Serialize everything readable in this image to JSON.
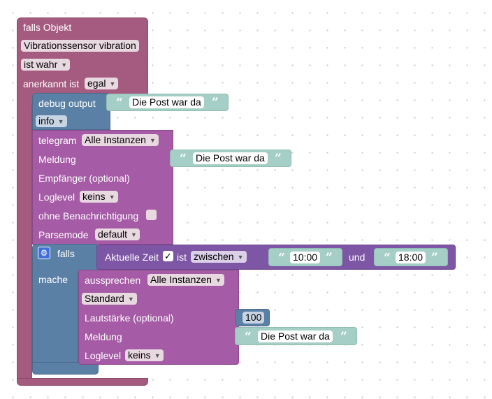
{
  "trigger": {
    "title": "falls Objekt",
    "object": "Vibrationssensor vibration",
    "condition": "ist wahr",
    "ack_label": "anerkannt ist",
    "ack_value": "egal"
  },
  "debug": {
    "label": "debug output",
    "text": "Die Post war da",
    "level": "info"
  },
  "telegram": {
    "label": "telegram",
    "instances": "Alle Instanzen",
    "message_label": "Meldung",
    "message_text": "Die Post war da",
    "recipient_label": "Empfänger (optional)",
    "loglevel_label": "Loglevel",
    "loglevel_value": "keins",
    "silent_label": "ohne Benachrichtigung",
    "parsemode_label": "Parsemode",
    "parsemode_value": "default"
  },
  "if_block": {
    "if_label": "falls",
    "do_label": "mache",
    "time_label": "Aktuelle Zeit",
    "time_checked_glyph": "✓",
    "is_label": "ist",
    "operator": "zwischen",
    "start": "10:00",
    "and_label": "und",
    "end": "18:00"
  },
  "speak": {
    "label": "aussprechen",
    "instances": "Alle Instanzen",
    "type": "Standard",
    "volume_label": "Lautstärke (optional)",
    "volume_value": "100",
    "message_label": "Meldung",
    "message_text": "Die Post war da",
    "loglevel_label": "Loglevel",
    "loglevel_value": "keins"
  },
  "icons": {
    "quote_open": "“",
    "quote_close": "”",
    "dropdown_arrow": "▼",
    "gear": "⚙"
  },
  "colors": {
    "trigger": "#a55b80",
    "debug": "#5b80a5",
    "telegram": "#a55ba5",
    "condition": "#7e56a6",
    "text": "#a5cfc6"
  }
}
